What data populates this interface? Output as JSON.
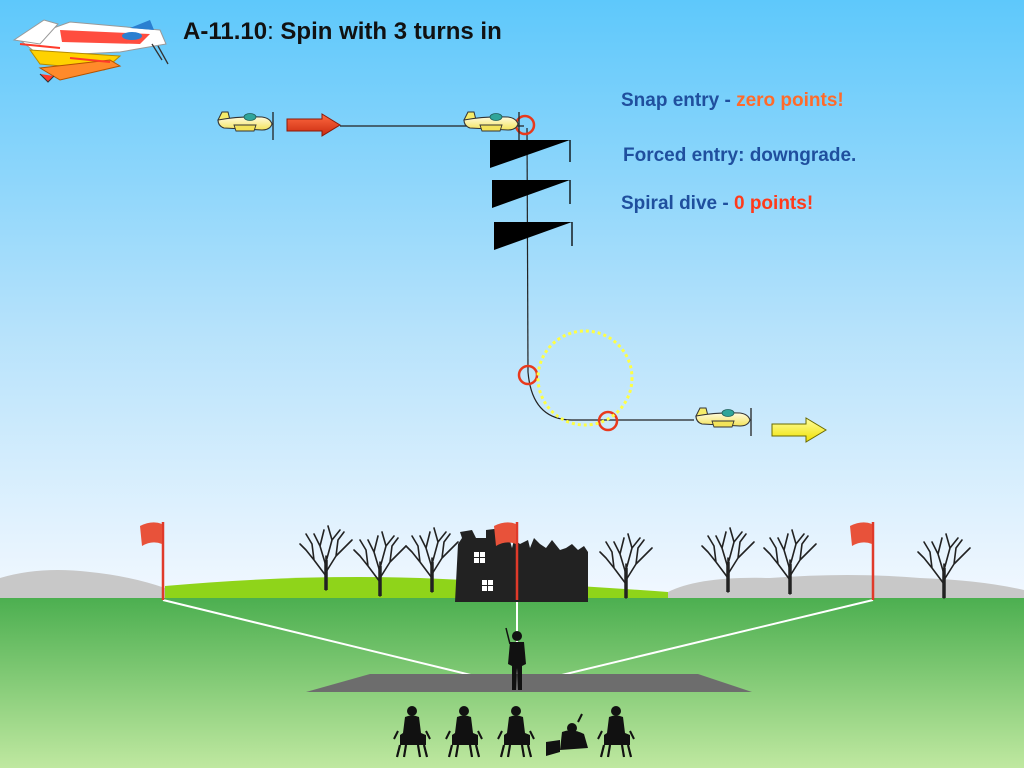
{
  "title": {
    "code": "A-11.10",
    "colon": ":",
    "text": "Spin with 3  turns in"
  },
  "notes": [
    {
      "prefix": "Snap entry - ",
      "highlight": "zero points!",
      "highlight_color": "#ff6a2a"
    },
    {
      "prefix": "Forced entry: downgrade.",
      "highlight": "",
      "highlight_color": ""
    },
    {
      "prefix": "Spiral dive - ",
      "highlight": "0 points!",
      "highlight_color": "#ff3a1a"
    }
  ],
  "colors": {
    "sky_top": "#66ccff",
    "sky_bottom": "#eaf5ff",
    "grass": "#5cbf5a",
    "note_text": "#1f4f9e",
    "entry_arrow": "#e8391c",
    "exit_arrow": "#ffff33",
    "marker_circle": "#e8391c",
    "spiral_circle": "#ffff44",
    "flag": "#e8523a"
  },
  "icons": {
    "logo": "aerobatic-plane-icon",
    "plane": "yellow-plane-icon",
    "pilot": "pilot-silhouette-icon",
    "judges": "judge-silhouette-icon",
    "castle": "castle-ruin-icon",
    "tree": "bare-tree-icon",
    "flag": "red-flag-icon"
  }
}
